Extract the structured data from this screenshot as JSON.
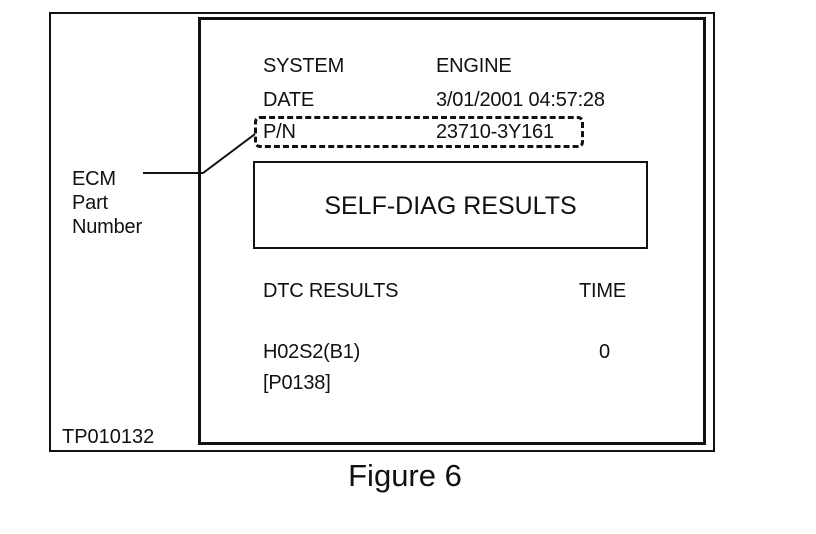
{
  "screen": {
    "system_label": "SYSTEM",
    "system_value": "ENGINE",
    "date_label": "DATE",
    "date_value": "3/01/2001 04:57:28",
    "pn_label": "P/N",
    "pn_value": "23710-3Y161",
    "results_title": "SELF-DIAG RESULTS",
    "dtc_header": "DTC RESULTS",
    "time_header": "TIME",
    "dtc_name": "H02S2(B1)",
    "dtc_code": "[P0138]",
    "dtc_time": "0"
  },
  "callout": {
    "line1": "ECM",
    "line2": "Part",
    "line3": "Number"
  },
  "figure": {
    "id": "TP010132",
    "caption": "Figure 6"
  }
}
